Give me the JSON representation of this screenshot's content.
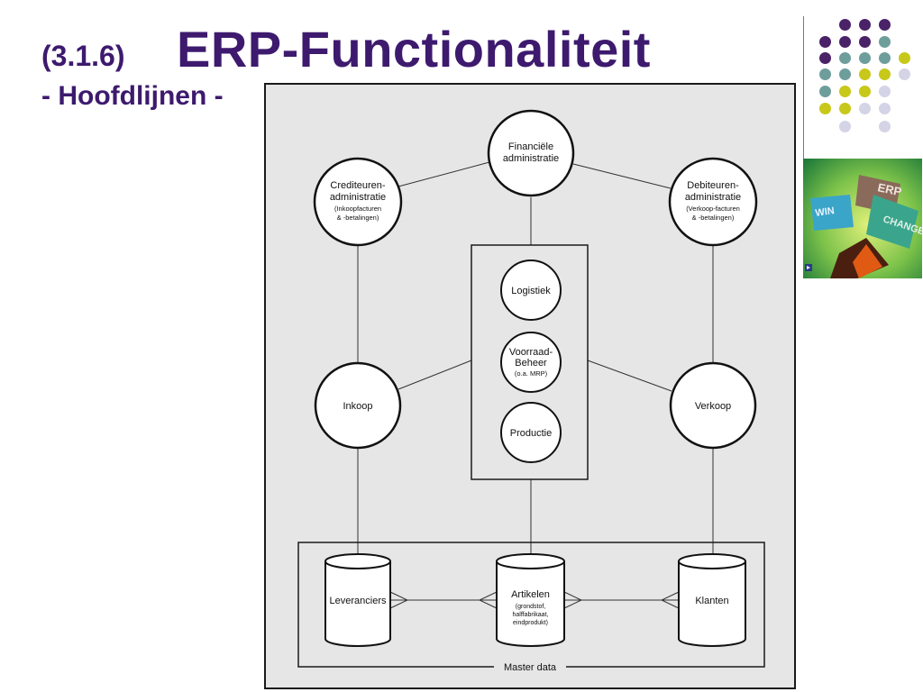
{
  "slide": {
    "number": "(3.1.6)",
    "title": "ERP-Functionaliteit",
    "subtitle": "- Hoofdlijnen -"
  },
  "diagram": {
    "nodes": {
      "financiele": [
        "Financiële",
        "administratie"
      ],
      "crediteuren": [
        "Crediteuren-",
        "administratie"
      ],
      "crediteuren_sub": [
        "(Inkoopfacturen",
        "& -betalingen)"
      ],
      "debiteuren": [
        "Debiteuren-",
        "administratie"
      ],
      "debiteuren_sub": [
        "(Verkoop-facturen",
        "& -betalingen)"
      ],
      "logistiek": "Logistiek",
      "voorraad": [
        "Voorraad-",
        "Beheer"
      ],
      "voorraad_sub": "(o.a. MRP)",
      "productie": "Productie",
      "inkoop": "Inkoop",
      "verkoop": "Verkoop"
    },
    "databases": {
      "leveranciers": "Leveranciers",
      "artikelen": "Artikelen",
      "artikelen_sub": [
        "(grondstof,",
        "halffabrikaat,",
        "eindprodukt)"
      ],
      "klanten": "Klanten"
    },
    "master_data_label": "Master data"
  },
  "decor": {
    "dot_colors": {
      "purple": "#4a2268",
      "teal": "#6e9e9c",
      "yellow": "#c8c81a",
      "lavender": "#d4d4e6"
    },
    "image_text": [
      "ERP",
      "CHANGE",
      "WIN"
    ]
  }
}
